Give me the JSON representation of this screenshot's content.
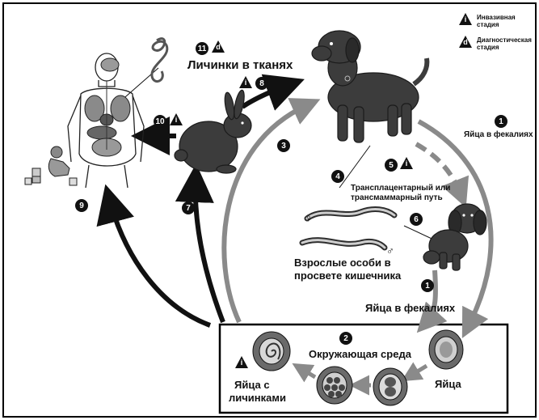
{
  "legend": {
    "invasive_symbol": "i",
    "invasive_label": "Инвазивная стадия",
    "diagnostic_symbol": "d",
    "diagnostic_label": "Диагностическая стадия"
  },
  "labels": {
    "larvae_in_tissues": "Личинки в тканях",
    "eggs_in_feces_top": "Яйца в фекалиях",
    "eggs_in_feces_bottom": "Яйца в фекалиях",
    "transplacental_line1": "Трансплацентарный или",
    "transplacental_line2": "трансмаммарный путь",
    "adults_line1": "Взрослые особи в",
    "adults_line2": "просвете кишечника",
    "environment": "Окружающая среда",
    "eggs": "Яйца",
    "eggs_with_larvae_line1": "Яйца с",
    "eggs_with_larvae_line2": "личинками",
    "female_symbol": "♀",
    "male_symbol": "♂"
  },
  "steps": {
    "s1_top": "1",
    "s1_bottom": "1",
    "s2": "2",
    "s3": "3",
    "s4": "4",
    "s5": "5",
    "s6": "6",
    "s7": "7",
    "s8": "8",
    "s9": "9",
    "s10": "10",
    "s11": "11"
  },
  "stage_marks": {
    "s5": "i",
    "s8": "i",
    "s10": "i",
    "s11": "d",
    "eggs_with_larvae": "i"
  },
  "colors": {
    "dark_arrow": "#111111",
    "grey_arrow": "#8a8a8a",
    "animal_fill": "#3c3c3c",
    "frame": "#000000"
  }
}
